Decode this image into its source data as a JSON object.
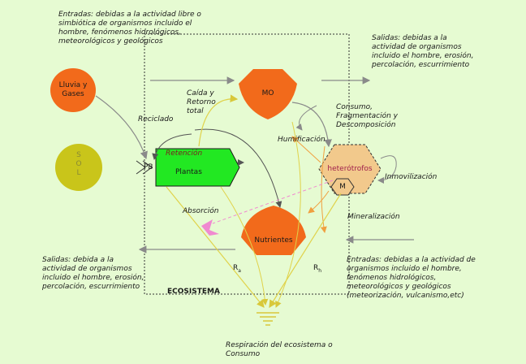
{
  "texts": {
    "entradas_top": "Entradas: debidas a la actividad libre o\nsimbiótica de organismos incluido el\nhombre, fenómenos hidrológicos,\nmeteorológicos y geológicos",
    "salidas_top": "Salidas: debidas a la\nactividad de organismos\nincluido el hombre, erosión,\npercolación, escurrimiento",
    "lluvia": "Lluvia y\nGases",
    "mo": "MO",
    "caida": "Caída y\nRetorno\ntotal",
    "reciclado": "Reciclado",
    "consumo": "Consumo,\nFragmentación y\nDescomposición",
    "humificacion": "Humificación",
    "sol": "S\nO\nL",
    "pb": "PB",
    "retencion": "Retención",
    "plantas": "Plantas",
    "heterotrofos": "heterótrofos",
    "m": "M",
    "inmovilizacion": "Inmovilización",
    "absorcion": "Absorción",
    "mineralizacion": "Mineralización",
    "nutrientes": "Nutrientes",
    "salidas_bottom": "Salidas: debida a la\nactividad de organismos\nincluido el hombre, erosión,\npercolación, escurrimiento",
    "entradas_bottom": "Entradas: debidas a la actividad de\norganismos incluido el hombre,\nfenómenos hidrológicos,\nmeteorológicos y geológicos\n(meteorización, vulcanismo,etc)",
    "ra": "R",
    "ra_sub": "a",
    "rh": "R",
    "rh_sub": "h",
    "ecosistema": "ECOSISTEMA",
    "respiracion": "Respiración del ecosistema o\nConsumo"
  },
  "colors": {
    "background": "#e6fbd2",
    "orange": "#f26a1b",
    "green": "#22e822",
    "sol": "#c9c51a",
    "hexagon": "#f2c98c",
    "heterotrofos_text": "#a0204c",
    "retencion_text": "#7a1f1f",
    "yellow_arrow": "#e0d24a",
    "gray_arrow": "#8a8a8a",
    "pink": "#f08ad0"
  }
}
